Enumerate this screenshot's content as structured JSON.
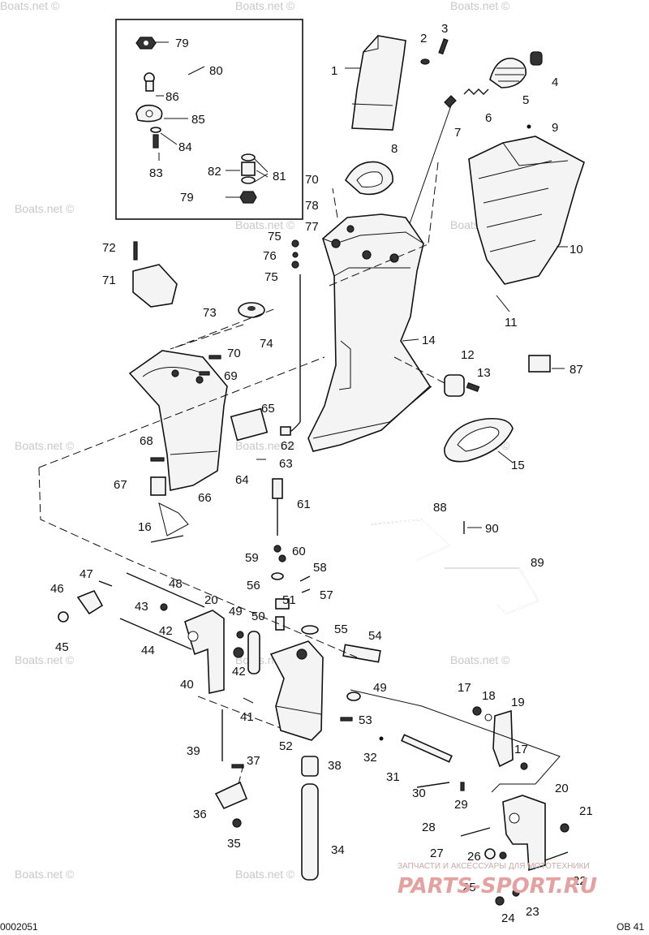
{
  "parts": [
    {
      "id": "1"
    },
    {
      "id": "2"
    },
    {
      "id": "3"
    },
    {
      "id": "4"
    },
    {
      "id": "5"
    },
    {
      "id": "6"
    },
    {
      "id": "7"
    },
    {
      "id": "8"
    },
    {
      "id": "9"
    },
    {
      "id": "10"
    },
    {
      "id": "11"
    },
    {
      "id": "12"
    },
    {
      "id": "13"
    },
    {
      "id": "14"
    },
    {
      "id": "15"
    },
    {
      "id": "16"
    },
    {
      "id": "17"
    },
    {
      "id": "17"
    },
    {
      "id": "18"
    },
    {
      "id": "19"
    },
    {
      "id": "20"
    },
    {
      "id": "20"
    },
    {
      "id": "21"
    },
    {
      "id": "22"
    },
    {
      "id": "23"
    },
    {
      "id": "24"
    },
    {
      "id": "25"
    },
    {
      "id": "26"
    },
    {
      "id": "27"
    },
    {
      "id": "28"
    },
    {
      "id": "29"
    },
    {
      "id": "30"
    },
    {
      "id": "31"
    },
    {
      "id": "32"
    },
    {
      "id": "34"
    },
    {
      "id": "35"
    },
    {
      "id": "36"
    },
    {
      "id": "37"
    },
    {
      "id": "38"
    },
    {
      "id": "39"
    },
    {
      "id": "40"
    },
    {
      "id": "41"
    },
    {
      "id": "42"
    },
    {
      "id": "42"
    },
    {
      "id": "43"
    },
    {
      "id": "44"
    },
    {
      "id": "45"
    },
    {
      "id": "46"
    },
    {
      "id": "47"
    },
    {
      "id": "48"
    },
    {
      "id": "49"
    },
    {
      "id": "49"
    },
    {
      "id": "50"
    },
    {
      "id": "51"
    },
    {
      "id": "52"
    },
    {
      "id": "53"
    },
    {
      "id": "54"
    },
    {
      "id": "55"
    },
    {
      "id": "56"
    },
    {
      "id": "57"
    },
    {
      "id": "58"
    },
    {
      "id": "59"
    },
    {
      "id": "60"
    },
    {
      "id": "61"
    },
    {
      "id": "62"
    },
    {
      "id": "63"
    },
    {
      "id": "64"
    },
    {
      "id": "65"
    },
    {
      "id": "66"
    },
    {
      "id": "67"
    },
    {
      "id": "68"
    },
    {
      "id": "69"
    },
    {
      "id": "70"
    },
    {
      "id": "70"
    },
    {
      "id": "71"
    },
    {
      "id": "72"
    },
    {
      "id": "73"
    },
    {
      "id": "74"
    },
    {
      "id": "75"
    },
    {
      "id": "75"
    },
    {
      "id": "76"
    },
    {
      "id": "77"
    },
    {
      "id": "78"
    },
    {
      "id": "79"
    },
    {
      "id": "79"
    },
    {
      "id": "80"
    },
    {
      "id": "81"
    },
    {
      "id": "82"
    },
    {
      "id": "83"
    },
    {
      "id": "84"
    },
    {
      "id": "85"
    },
    {
      "id": "86"
    },
    {
      "id": "87"
    },
    {
      "id": "88"
    },
    {
      "id": "89"
    },
    {
      "id": "90"
    }
  ],
  "watermark": {
    "text": "Boats.net ©"
  },
  "footer": {
    "left_code": "0002051",
    "right_code": "OB 41"
  },
  "brand": {
    "tagline": "ЗАПЧАСТИ И АКСЕССУАРЫ ДЛЯ МОТОТЕХНИКИ",
    "logo": "PARTS-SPORT.RU"
  }
}
